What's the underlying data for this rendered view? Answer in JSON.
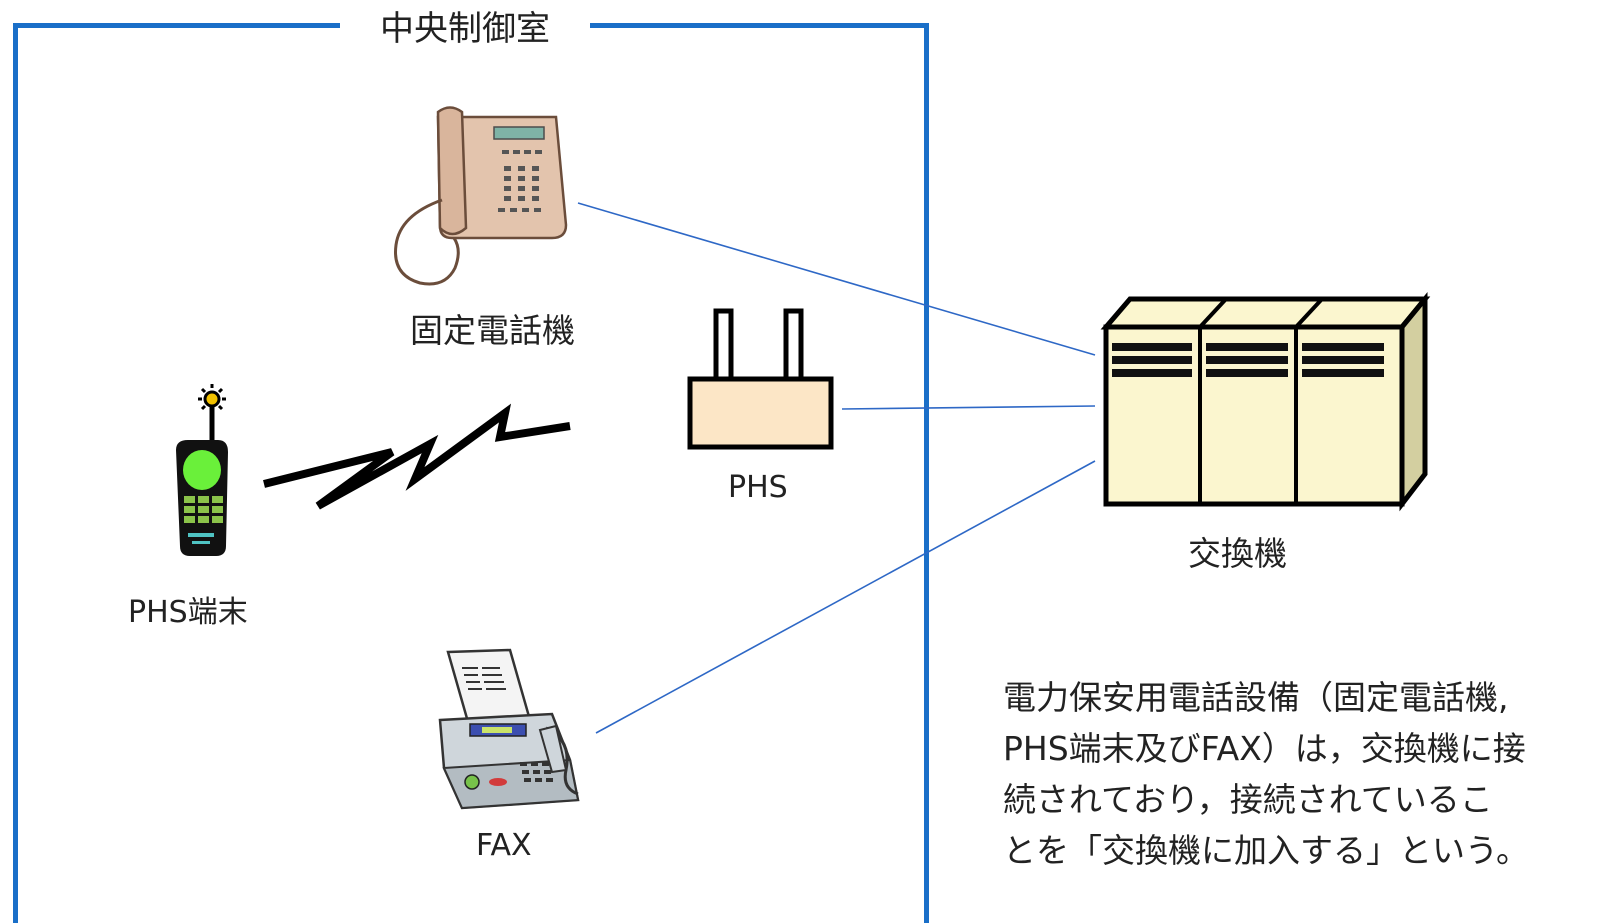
{
  "room": {
    "title": "中央制御室"
  },
  "devices": {
    "fixed_phone": {
      "label": "固定電話機"
    },
    "phs_base": {
      "label": "PHS"
    },
    "phs_terminal": {
      "label": "PHS端末"
    },
    "fax": {
      "label": "FAX"
    },
    "exchange": {
      "label": "交換機"
    }
  },
  "caption": {
    "lines": [
      "電力保安用電話設備（固定電話機,",
      "PHS端末及びFAX）は，交換機に接",
      "続されており，接続されているこ",
      "とを「交換機に加入する」という。"
    ]
  },
  "colors": {
    "room_border": "#1a6fc8",
    "link_line": "#2e68c6",
    "cabinet_fill": "#fbf6cf"
  }
}
